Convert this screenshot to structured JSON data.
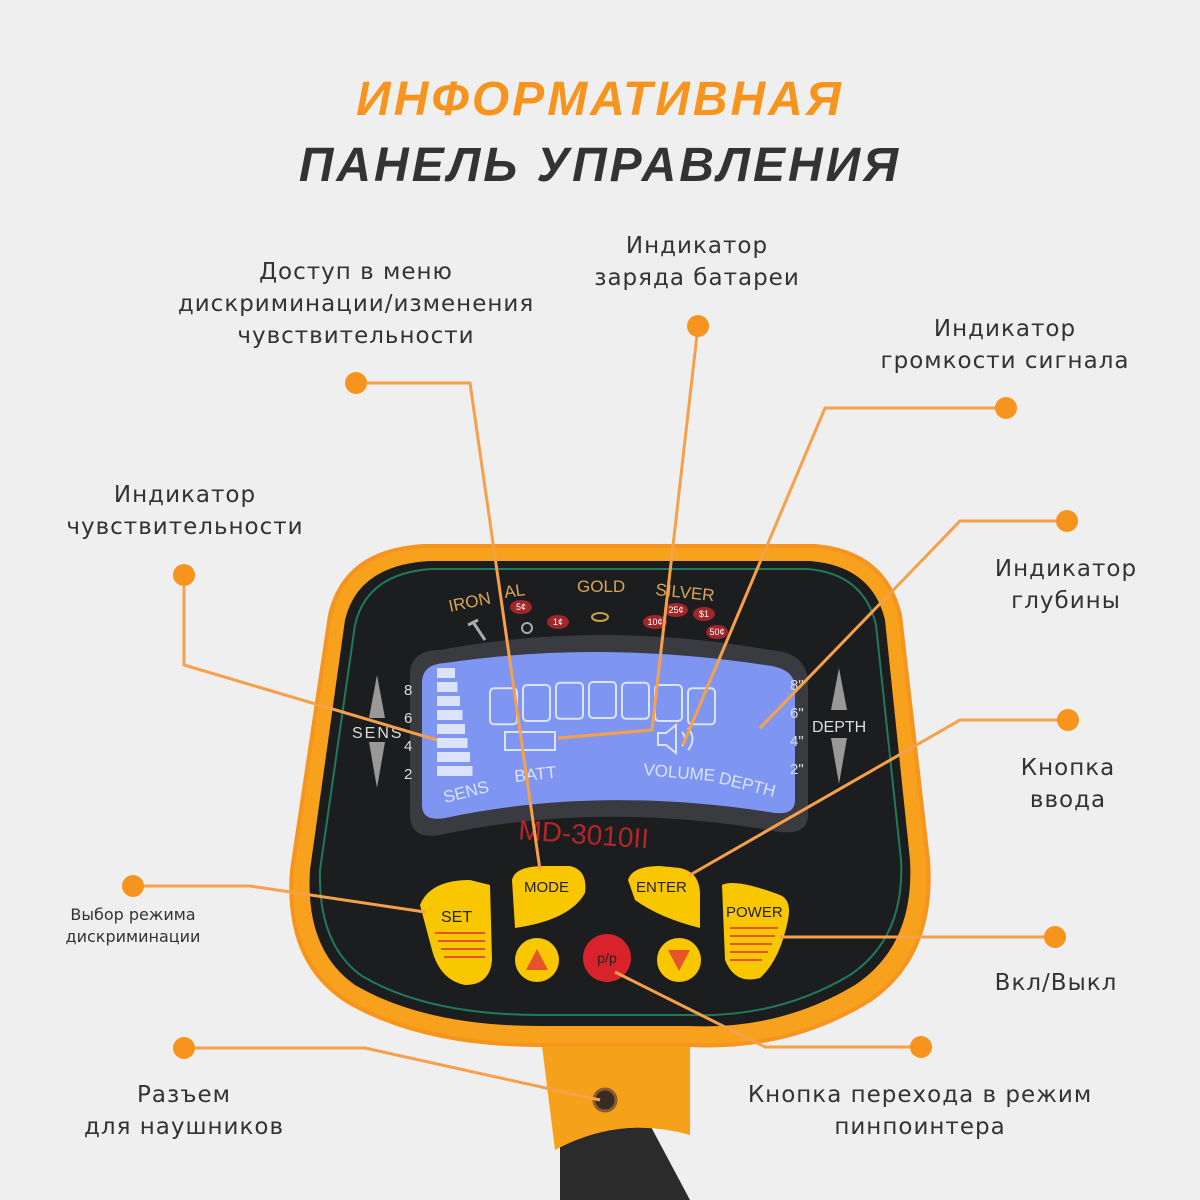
{
  "title": {
    "line1": "ИНФОРМАТИВНАЯ",
    "line2": "ПАНЕЛЬ УПРАВЛЕНИЯ"
  },
  "callouts": {
    "menu_access": [
      "Доступ в меню",
      "дискриминации/изменения",
      "чувствительности"
    ],
    "battery": [
      "Индикатор",
      "заряда батареи"
    ],
    "volume": [
      "Индикатор",
      "громкости сигнала"
    ],
    "sensitivity": [
      "Индикатор",
      "чувствительности"
    ],
    "depth": [
      "Индикатор",
      "глубины"
    ],
    "enter": [
      "Кнопка",
      "ввода"
    ],
    "disc_mode": [
      "Выбор режима",
      "дискриминации"
    ],
    "power": [
      "Вкл/Выкл"
    ],
    "headphones": [
      "Разъем",
      "для наушников"
    ],
    "pinpointer": [
      "Кнопка перехода в режим",
      "пинпоинтера"
    ]
  },
  "device": {
    "metal_labels": {
      "iron": "IRON",
      "al": "AL",
      "gold": "GOLD",
      "silver": "SILVER"
    },
    "coins": [
      "5¢",
      "1¢",
      "10¢",
      "25¢",
      "$1",
      "50¢"
    ],
    "sens_label": "SENS",
    "depth_label": "DEPTH",
    "sens_scale": [
      "8",
      "6",
      "4",
      "2"
    ],
    "depth_scale": [
      "8\"",
      "6\"",
      "4\"",
      "2\""
    ],
    "lcd": {
      "sens": "SENS",
      "batt": "BATT",
      "volume": "VOLUME",
      "depth": "DEPTH"
    },
    "model": "MD-3010II",
    "buttons": {
      "mode": "MODE",
      "set": "SET",
      "enter": "ENTER",
      "power": "POWER",
      "pinpoint": "p/p"
    }
  },
  "colors": {
    "accent": "#f7941d",
    "body": "#f9a51a",
    "panel": "#1c1d1f",
    "lcd": "#7f95f2",
    "button": "#f8c700"
  }
}
